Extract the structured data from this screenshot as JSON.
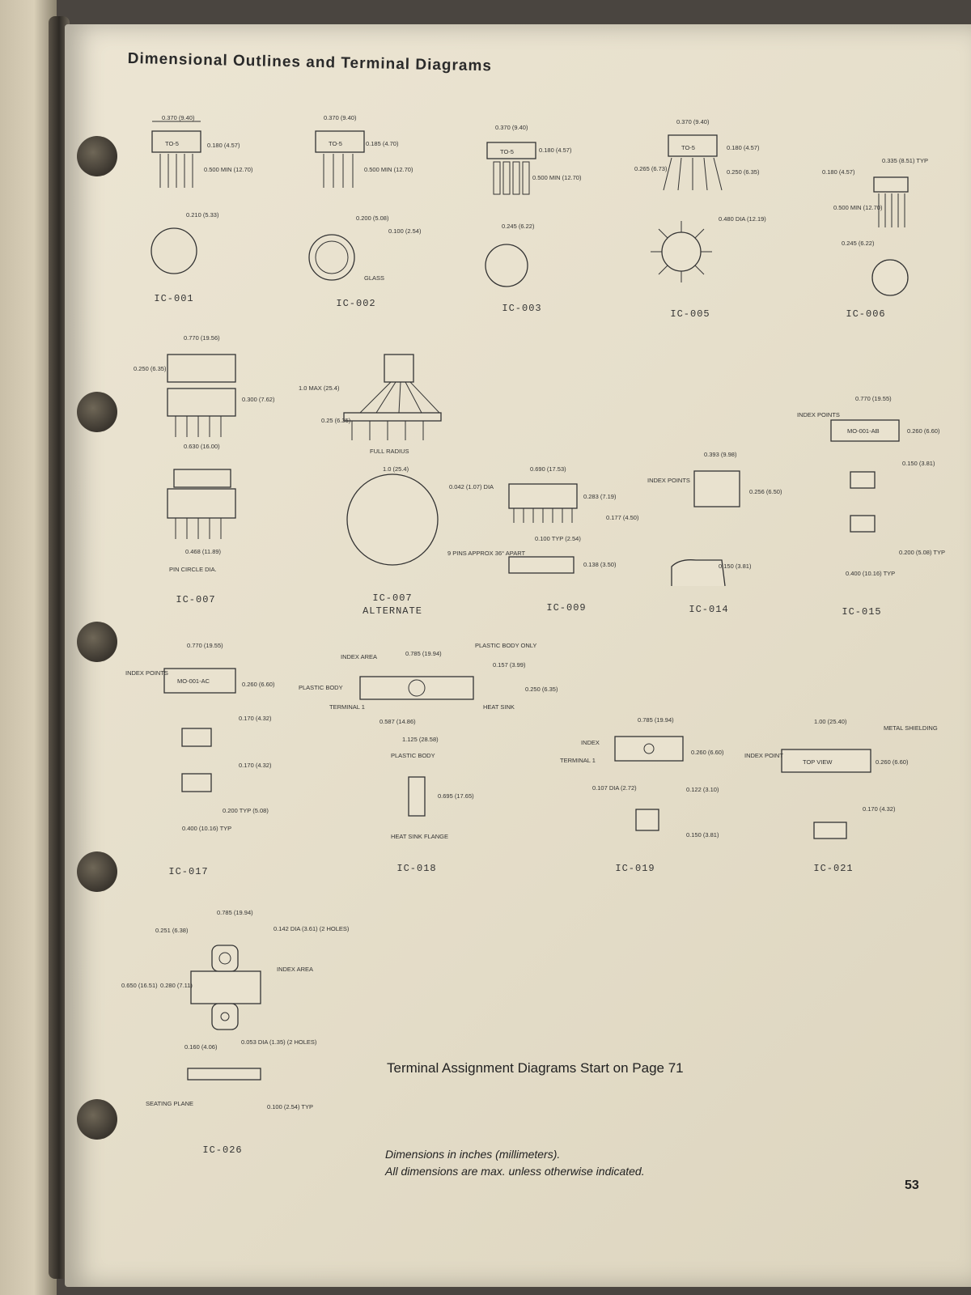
{
  "header": {
    "title": "Dimensional Outlines and Terminal Diagrams"
  },
  "packages": [
    {
      "id": "IC-001",
      "dims": [
        "0.370 (9.40)",
        "0.180 (4.57)",
        "0.500 MIN (12.70)",
        "0.210 (5.33)"
      ]
    },
    {
      "id": "IC-002",
      "dims": [
        "0.370 (9.40)",
        "0.185 (4.70)",
        "0.500 MIN (12.70)",
        "0.200 (5.08)",
        "0.100 (2.54)",
        "GLASS"
      ]
    },
    {
      "id": "IC-003",
      "dims": [
        "0.370 (9.40)",
        "0.180 (4.57)",
        "0.500 MIN (12.70)",
        "0.245 (6.22)"
      ]
    },
    {
      "id": "IC-005",
      "dims": [
        "0.370 (9.40)",
        "0.180 (4.57)",
        "0.265 (6.73)",
        "0.250 (6.35)",
        "0.480 DIA (12.19)"
      ]
    },
    {
      "id": "IC-006",
      "dims": [
        "0.335 (8.51) TYP",
        "0.180 (4.57)",
        "0.500 MIN (12.70)",
        "0.245 (6.22)"
      ]
    },
    {
      "id": "IC-007",
      "dims": [
        "0.770 (19.56)",
        "0.250 (6.35)",
        "0.300 (7.62)",
        "0.630 (16.00)",
        "0.468 (11.89)",
        "PIN CIRCLE DIA."
      ]
    },
    {
      "id": "IC-007",
      "sub": "ALTERNATE",
      "dims": [
        "1.0 MAX (25.4)",
        "0.25 (6.35)",
        "FULL RADIUS",
        "1.0 (25.4)",
        "0.042 (1.07) DIA",
        "9 PINS APPROX 36° APART"
      ]
    },
    {
      "id": "IC-009",
      "dims": [
        "0.690 (17.53)",
        "0.283 (7.19)",
        "0.177 (4.50)",
        "0.100 TYP (2.54)",
        "0.138 (3.50)"
      ]
    },
    {
      "id": "IC-014",
      "dims": [
        "0.393 (9.98)",
        "INDEX POINTS",
        "0.256 (6.50)",
        "0.150 (3.81)"
      ]
    },
    {
      "id": "IC-015",
      "dims": [
        "0.770 (19.55)",
        "INDEX POINTS",
        "MO-001-AB",
        "0.260 (6.60)",
        "0.150 (3.81)",
        "0.200 (5.08) TYP",
        "0.400 (10.16) TYP"
      ]
    },
    {
      "id": "IC-017",
      "dims": [
        "0.770 (19.55)",
        "INDEX POINTS",
        "MO-001-AC",
        "0.260 (6.60)",
        "0.170 (4.32)",
        "0.200 TYP (5.08)",
        "0.400 (10.16) TYP"
      ]
    },
    {
      "id": "IC-018",
      "dims": [
        "INDEX AREA",
        "0.785 (19.94)",
        "PLASTIC BODY ONLY",
        "0.157 (3.99)",
        "PLASTIC BODY",
        "0.250 (6.35)",
        "TERMINAL 1",
        "HEAT SINK",
        "0.587 (14.86)",
        "1.125 (28.58)",
        "PLASTIC BODY",
        "0.695 (17.65)",
        "HEAT SINK FLANGE"
      ]
    },
    {
      "id": "IC-019",
      "dims": [
        "0.785 (19.94)",
        "INDEX",
        "TERMINAL 1",
        "0.260 (6.60)",
        "0.107 DIA (2.72)",
        "0.122 (3.10)",
        "0.150 (3.81)"
      ]
    },
    {
      "id": "IC-021",
      "dims": [
        "1.00 (25.40)",
        "METAL SHIELDING",
        "INDEX POINT",
        "TOP VIEW",
        "0.260 (6.60)",
        "0.170 (4.32)"
      ]
    },
    {
      "id": "IC-026",
      "dims": [
        "0.785 (19.94)",
        "0.251 (6.38)",
        "0.142 DIA (3.61) (2 HOLES)",
        "INDEX AREA",
        "0.650 (16.51)",
        "0.280 (7.11)",
        "0.053 DIA (1.35) (2 HOLES)",
        "0.160 (4.06)",
        "SEATING PLANE",
        "0.100 (2.54) TYP"
      ]
    }
  ],
  "footer": {
    "main": "Terminal Assignment Diagrams Start on Page 71",
    "note1": "Dimensions in inches (millimeters).",
    "note2": "All dimensions are max. unless otherwise indicated.",
    "page_number": "53"
  }
}
